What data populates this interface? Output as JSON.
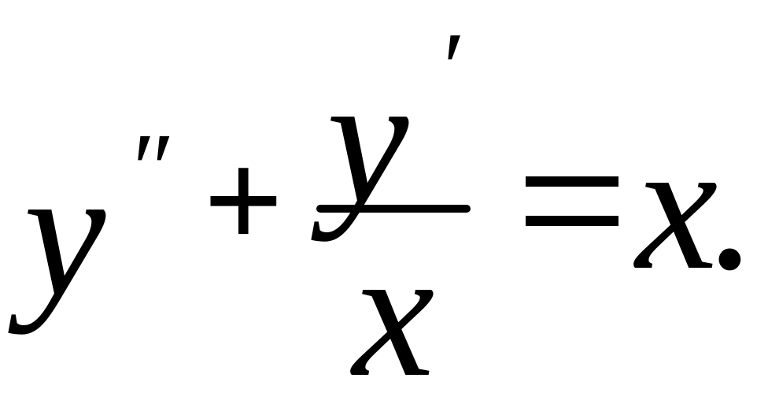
{
  "equation": {
    "lhs_y": "y",
    "double_prime": "″",
    "plus": "+",
    "numerator_y": "y",
    "numerator_prime": "′",
    "denominator_x": "x",
    "equals": "=",
    "rhs_x": "x",
    "period": "."
  }
}
